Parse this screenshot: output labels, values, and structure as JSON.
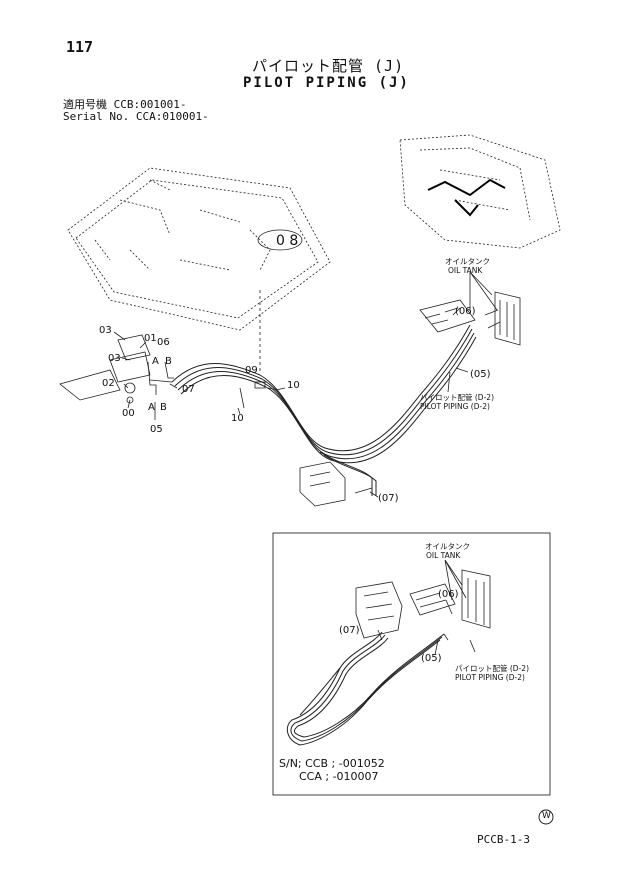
{
  "page_number": "117",
  "title_jp": "パイロット配管 (J)",
  "title_en": "PILOT PIPING (J)",
  "serial": {
    "line1": "適用号機 CCB:001001-",
    "line2": "Serial No. CCA:010001-"
  },
  "main_view": {
    "oil_tank_jp": "オイルタンク",
    "oil_tank_en": "OIL TANK",
    "piping_ref_jp": "パイロット配管 (D-2)",
    "piping_ref_en": "PILOT PIPING (D-2)",
    "parts": {
      "p00": "00",
      "p01": "01",
      "p02": "02",
      "p03a": "03",
      "p03b": "03",
      "p05": "05",
      "p05p": "(05)",
      "p06": "06",
      "p06p": "(06)",
      "p07": "07",
      "p07p": "(07)",
      "p09": "09",
      "p10a": "10",
      "p10b": "10",
      "pA1": "A",
      "pB1": "B",
      "pA2": "A",
      "pB2": "B"
    }
  },
  "inset": {
    "oil_tank_jp": "オイルタンク",
    "oil_tank_en": "OIL TANK",
    "piping_ref_jp": "パイロット配管 (D-2)",
    "piping_ref_en": "PILOT PIPING (D-2)",
    "p06p": "(06)",
    "p07p": "(07)",
    "p05p": "(05)",
    "sn_line1": "S/N; CCB ; -001052",
    "sn_line2": "CCA ; -010007"
  },
  "plate_text": "0 8",
  "marker": "W",
  "footer_code": "PCCB-1-3"
}
